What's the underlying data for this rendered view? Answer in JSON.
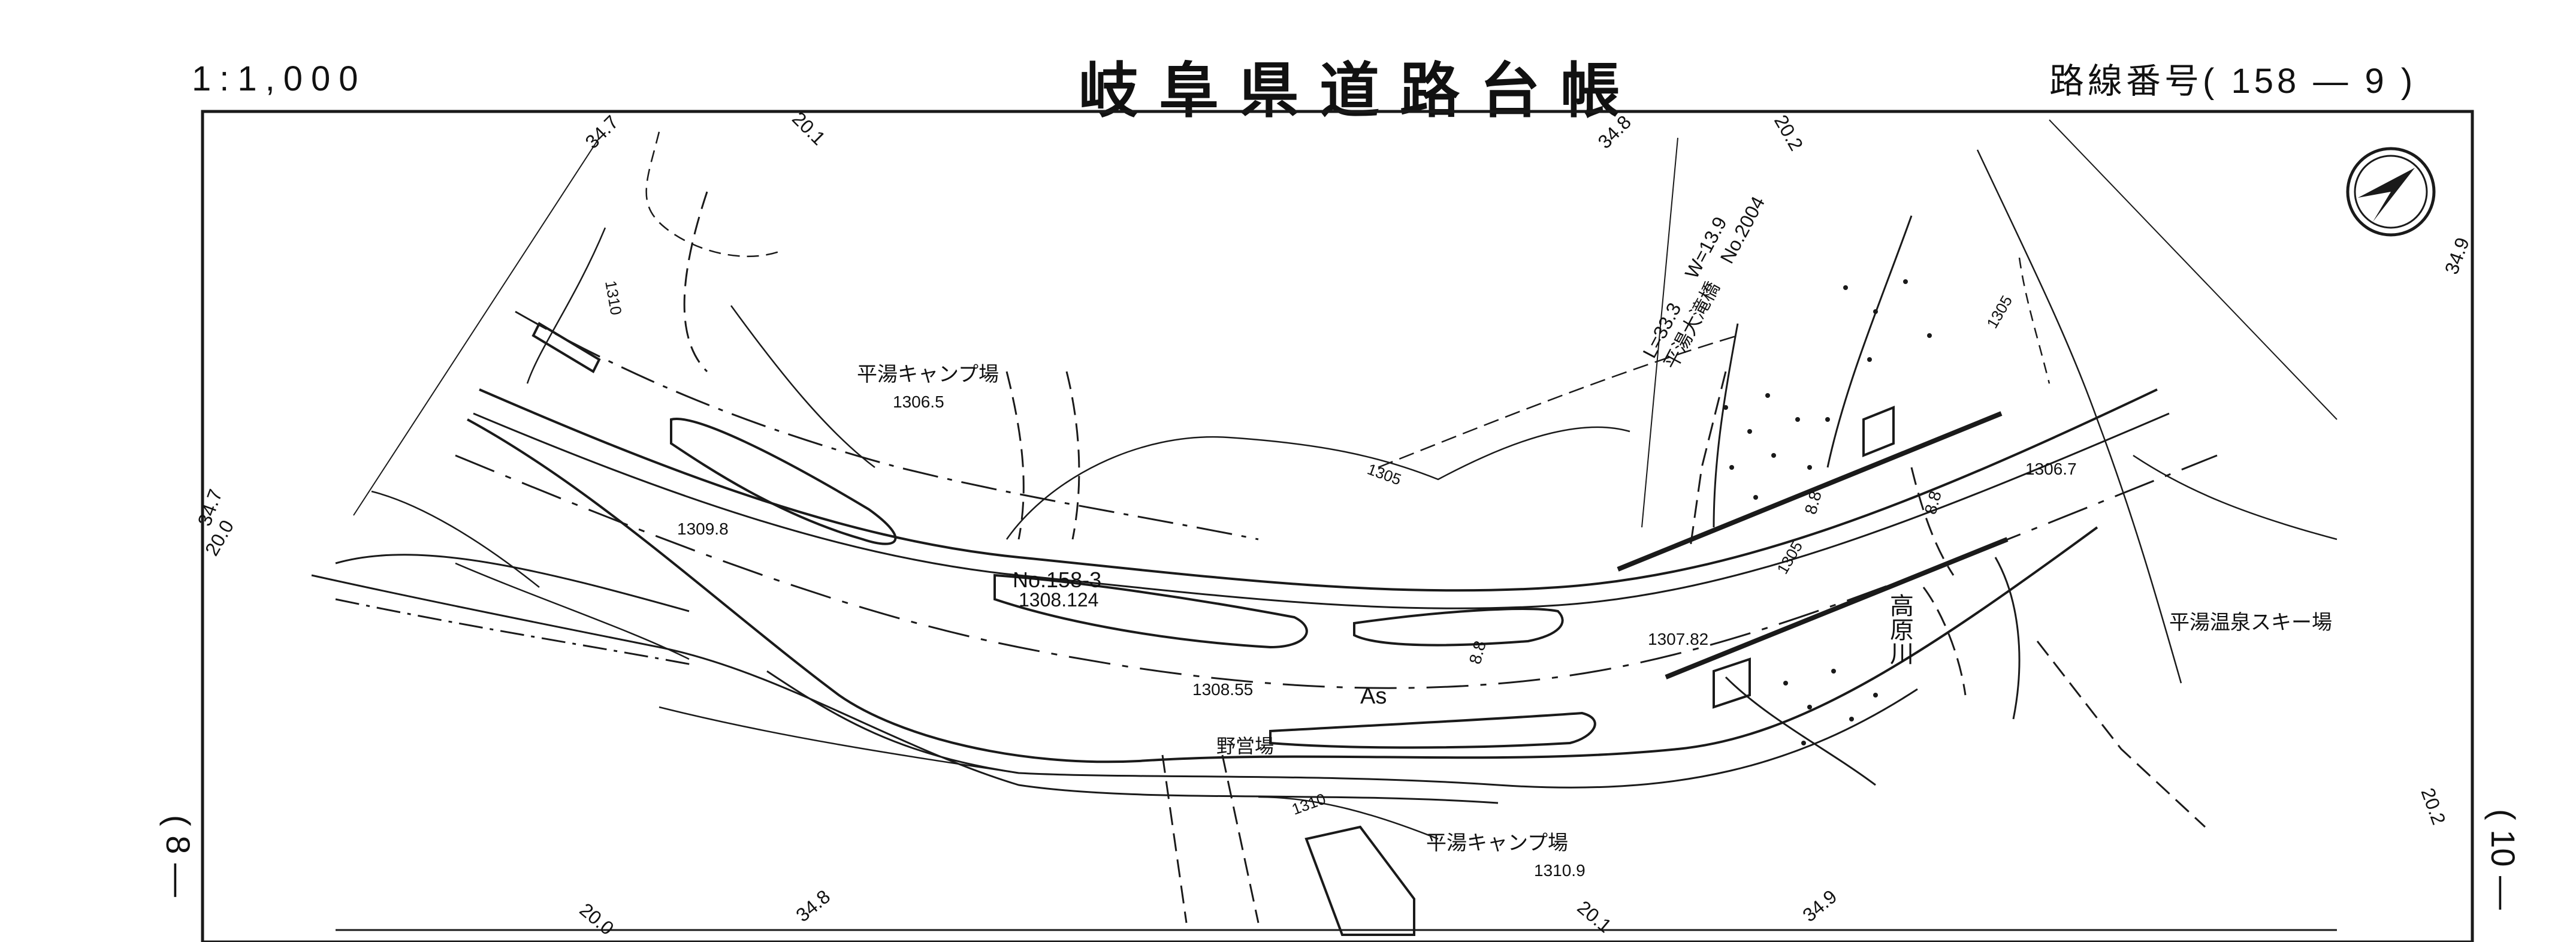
{
  "header": {
    "scale": "1:1,000",
    "title": "岐阜県道路台帳",
    "route_label": "路線番号(",
    "route_major": "158",
    "route_dash": "—",
    "route_minor": "9",
    "route_close": ")"
  },
  "side_labels": {
    "left": "( 8 —",
    "right": "( 10 —"
  },
  "place_labels": {
    "camp_north": "平湯キャンプ場",
    "camp_south": "平湯キャンプ場",
    "campsite": "野営場",
    "ski_area": "平湯温泉スキー場",
    "river": "高原川",
    "surface": "As"
  },
  "station": {
    "name": "No.158-3",
    "elevation": "1308.124"
  },
  "bridge": {
    "length": "L=33.3",
    "width": "W=13.9",
    "name": "平湯大滝橋",
    "number": "No.2004"
  },
  "elevations": [
    "1306.5",
    "1309.8",
    "1308.55",
    "1307.82",
    "1306.7",
    "1310.9"
  ],
  "contours": [
    "1310",
    "1305",
    "1305",
    "1305",
    "1310"
  ],
  "grid_labels": [
    "34.7",
    "20.1",
    "34.8",
    "20.2",
    "34.9",
    "34.7",
    "20.0",
    "20.0",
    "34.8",
    "20.1",
    "34.9",
    "20.2"
  ],
  "widths": [
    "8.8",
    "8.8",
    "8.8"
  ],
  "compass": "north-arrow-icon"
}
